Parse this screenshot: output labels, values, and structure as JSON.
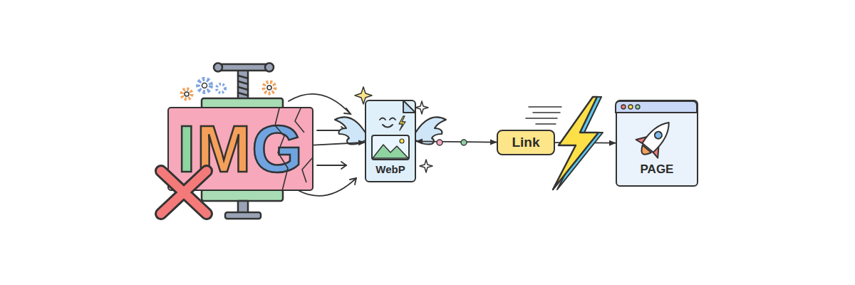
{
  "diagram": {
    "nodes": [
      {
        "text": [
          "IMG"
        ]
      },
      {
        "text": [
          "WebP"
        ]
      },
      {
        "text": [
          "Link"
        ]
      },
      {
        "text": [
          "PAGE"
        ]
      }
    ],
    "edges": [
      {
        "from": 0,
        "to": 1,
        "arrow": "to"
      },
      {
        "from": 1,
        "to": 2,
        "arrow": "both"
      },
      {
        "from": 2,
        "to": 3,
        "arrow": "to"
      }
    ]
  }
}
